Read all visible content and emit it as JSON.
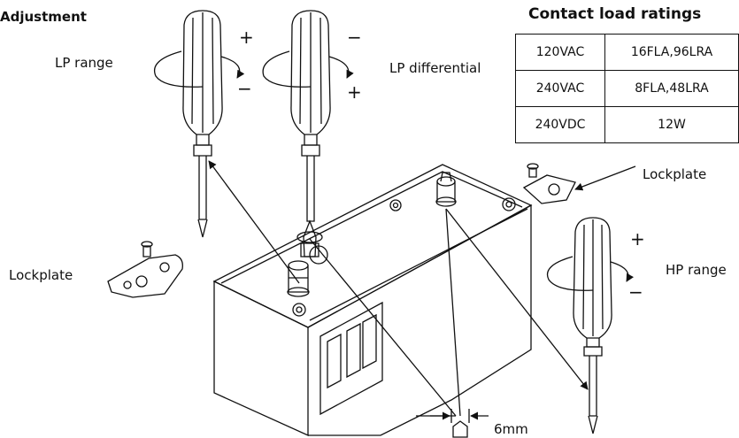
{
  "title": "Adjustment",
  "table": {
    "title": "Contact load ratings",
    "rows": [
      {
        "voltage": "120VAC",
        "rating": "16FLA,96LRA"
      },
      {
        "voltage": "240VAC",
        "rating": "8FLA,48LRA"
      },
      {
        "voltage": "240VDC",
        "rating": "12W"
      }
    ]
  },
  "labels": {
    "lp_range": "LP range",
    "lp_differential": "LP differential",
    "hp_range": "HP range",
    "lockplate_left": "Lockplate",
    "lockplate_right": "Lockplate",
    "hex_size": "6mm"
  },
  "symbols": {
    "plus": "+",
    "minus": "−"
  }
}
